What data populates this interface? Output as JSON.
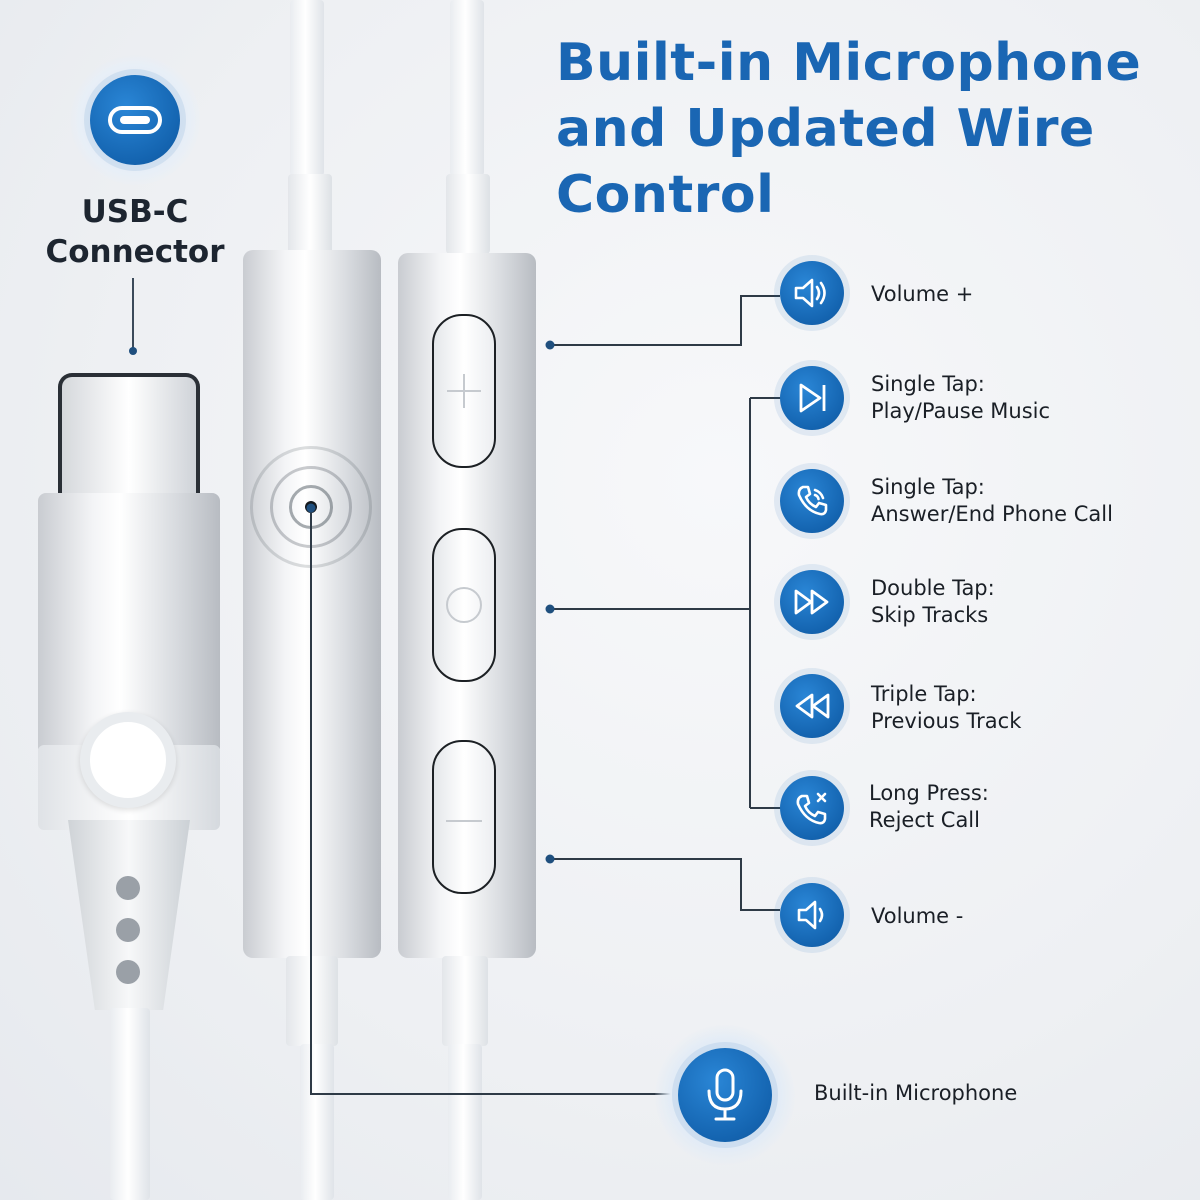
{
  "headline": "Built-in Microphone and Updated Wire Control",
  "connector_label": "USB-C Connector",
  "features": [
    {
      "id": "volume-up",
      "icon": "speaker-loud-icon",
      "line1": "Volume +",
      "line2": ""
    },
    {
      "id": "play-pause",
      "icon": "play-pause-icon",
      "line1": "Single Tap:",
      "line2": "Play/Pause Music"
    },
    {
      "id": "answer-call",
      "icon": "phone-icon",
      "line1": "Single Tap:",
      "line2": "Answer/End Phone Call"
    },
    {
      "id": "skip-tracks",
      "icon": "fast-forward-icon",
      "line1": "Double Tap:",
      "line2": "Skip Tracks"
    },
    {
      "id": "previous-track",
      "icon": "rewind-icon",
      "line1": "Triple Tap:",
      "line2": "Previous Track"
    },
    {
      "id": "reject-call",
      "icon": "phone-reject-icon",
      "line1": "Long Press:",
      "line2": "Reject Call"
    },
    {
      "id": "volume-down",
      "icon": "speaker-quiet-icon",
      "line1": "Volume -",
      "line2": ""
    }
  ],
  "microphone_label": "Built-in Microphone",
  "colors": {
    "accent": "#1a66b3",
    "icon_blue": "#1464b0",
    "text": "#1a1f26"
  }
}
